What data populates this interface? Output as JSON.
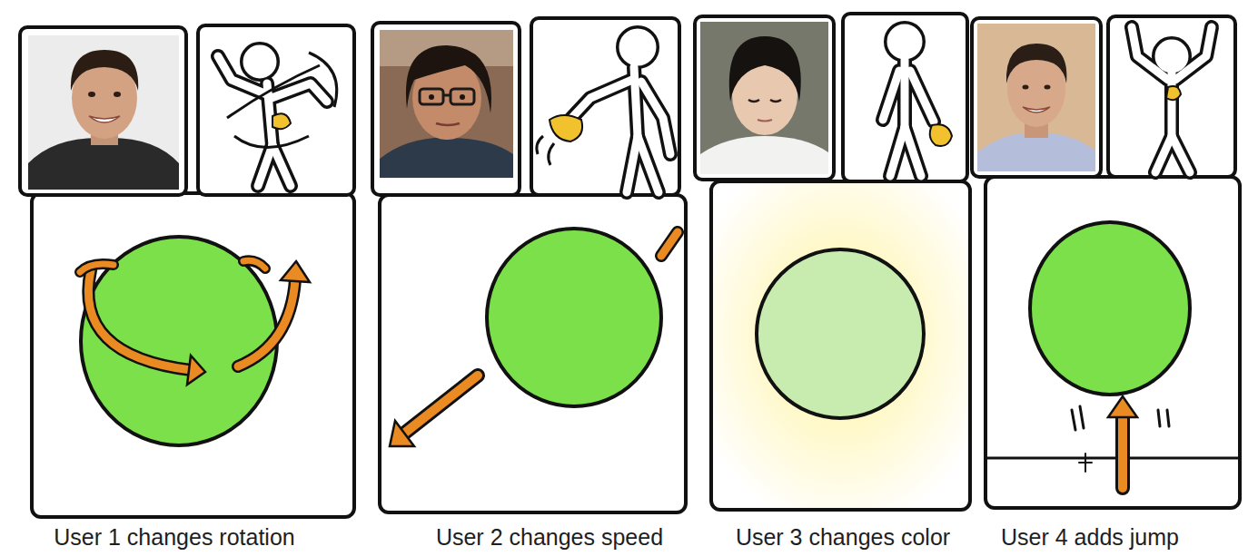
{
  "diagram": {
    "labels": [
      "User 1 changes rotation",
      "User 2 changes speed",
      "User 3 changes color",
      "User 4 adds jump"
    ]
  }
}
